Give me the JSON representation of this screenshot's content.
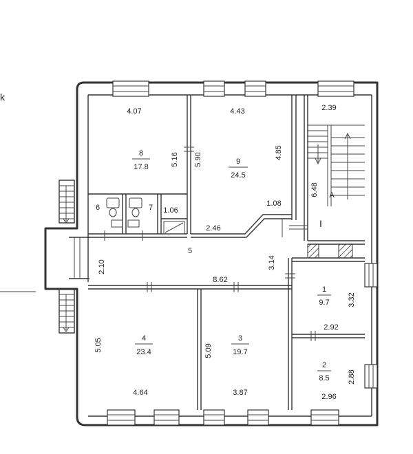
{
  "margin_mark": "k",
  "rooms": [
    {
      "id": "8",
      "area": "17.8"
    },
    {
      "id": "9",
      "area": "24.5"
    },
    {
      "id": "6",
      "area": ""
    },
    {
      "id": "7",
      "area": ""
    },
    {
      "id": "5",
      "area": ""
    },
    {
      "id": "4",
      "area": "23.4"
    },
    {
      "id": "3",
      "area": "19.7"
    },
    {
      "id": "1",
      "area": "9.7"
    },
    {
      "id": "2",
      "area": "8.5"
    }
  ],
  "dimensions": [
    "4.07",
    "5.16",
    "4.43",
    "5.90",
    "4.85",
    "2.39",
    "6.48",
    "1.06",
    "2.46",
    "1.08",
    "2.10",
    "3.14",
    "8.62",
    "5.05",
    "4.64",
    "5.09",
    "3.87",
    "3.32",
    "2.92",
    "2.88",
    "2.96"
  ],
  "stair_label": "A",
  "section_mark": "I"
}
